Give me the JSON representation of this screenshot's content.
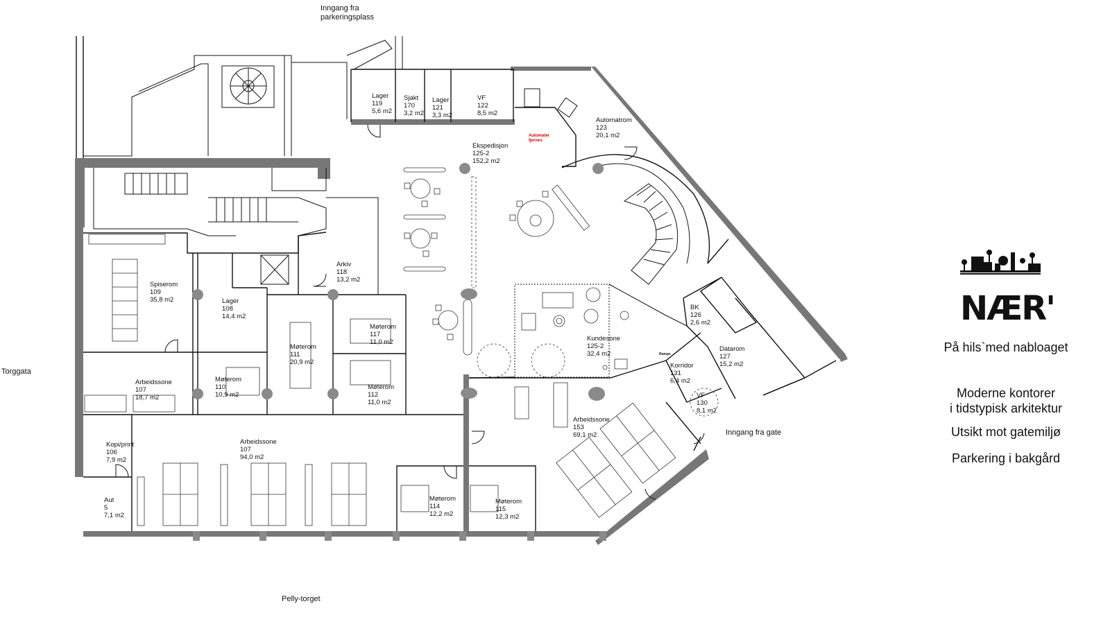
{
  "streets": {
    "top": "Inngang fra\nparkeringsplass",
    "left": "Torggata",
    "bottom": "Pelly-torget",
    "entrance_gate": "Inngang fra gate"
  },
  "rooms": [
    {
      "name": "Lager",
      "number": "119",
      "area": "5,6 m2"
    },
    {
      "name": "Sjakt",
      "number": "170",
      "area": "3,2 m2"
    },
    {
      "name": "Lager",
      "number": "121",
      "area": "3,3 m2"
    },
    {
      "name": "VF",
      "number": "122",
      "area": "8,5 m2"
    },
    {
      "name": "Automatrom",
      "number": "123",
      "area": "20,1 m2"
    },
    {
      "name": "Ekspedisjon",
      "number": "125-2",
      "area": "152,2 m2"
    },
    {
      "name": "Arkiv",
      "number": "118",
      "area": "13,2 m2"
    },
    {
      "name": "Spiserom",
      "number": "109",
      "area": "35,8 m2"
    },
    {
      "name": "Lager",
      "number": "108",
      "area": "14,4 m2"
    },
    {
      "name": "Møterom",
      "number": "111",
      "area": "20,9 m2"
    },
    {
      "name": "Møterom",
      "number": "117",
      "area": "11,0 m2"
    },
    {
      "name": "Møterom",
      "number": "112",
      "area": "11,0 m2"
    },
    {
      "name": "Arbeidssone",
      "number": "107",
      "area": "18,7 m2"
    },
    {
      "name": "Møterom",
      "number": "110",
      "area": "10,9 m2"
    },
    {
      "name": "Kundesone",
      "number": "125-2",
      "area": "32,4 m2"
    },
    {
      "name": "BK",
      "number": "126",
      "area": "2,6 m2"
    },
    {
      "name": "Datarom",
      "number": "127",
      "area": "15,2 m2"
    },
    {
      "name": "Korridor",
      "number": "131",
      "area": "6,4 m2"
    },
    {
      "name": "VF",
      "number": "130",
      "area": "8,1 m2"
    },
    {
      "name": "Arbeidssone",
      "number": "153",
      "area": "69,1 m2"
    },
    {
      "name": "Kopi/print",
      "number": "106",
      "area": "7,9 m2"
    },
    {
      "name": "Arbeidssone",
      "number": "107",
      "area": "94,0 m2"
    },
    {
      "name": "Møterom",
      "number": "114",
      "area": "12,2 m2"
    },
    {
      "name": "Møterom",
      "number": "115",
      "area": "12,3 m2"
    },
    {
      "name": "Aut",
      "number": "5",
      "area": "7,1 m2"
    }
  ],
  "annotations": {
    "automater": "Automater\nfjernes",
    "rampe": "Rampe"
  },
  "brand": {
    "logo_text": "NÆR'",
    "slogan": "På hils`med nabloaget",
    "taglines": [
      "Moderne kontorer\ni tidstypisk arkitektur",
      "Utsikt mot gatemiljø",
      "Parkering i bakgård"
    ]
  }
}
